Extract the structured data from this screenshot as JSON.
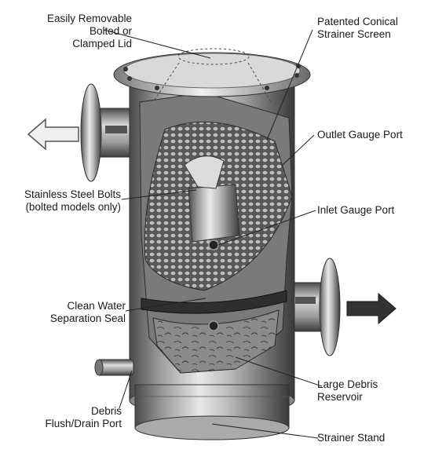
{
  "labels": {
    "lid": [
      "Easily Removable",
      "Bolted or",
      "Clamped Lid"
    ],
    "screen": [
      "Patented Conical",
      "Strainer Screen"
    ],
    "outlet_port": [
      "Outlet Gauge Port"
    ],
    "bolts": [
      "Stainless Steel Bolts",
      "(bolted models only)"
    ],
    "inlet_port": [
      "Inlet Gauge Port"
    ],
    "seal": [
      "Clean Water",
      "Separation Seal"
    ],
    "reservoir": [
      "Large Debris",
      "Reservoir"
    ],
    "drain": [
      "Debris",
      "Flush/Drain Port"
    ],
    "stand": [
      "Strainer Stand"
    ]
  },
  "icons": {
    "outlet_flow": "arrow-left-icon",
    "inlet_flow": "arrow-right-icon"
  },
  "colors": {
    "steel_dark": "#3c3c3c",
    "steel_light": "#e6e6e6",
    "screen": "#8a8a8a",
    "debris": "#6e6e6e",
    "leader": "#222222"
  }
}
